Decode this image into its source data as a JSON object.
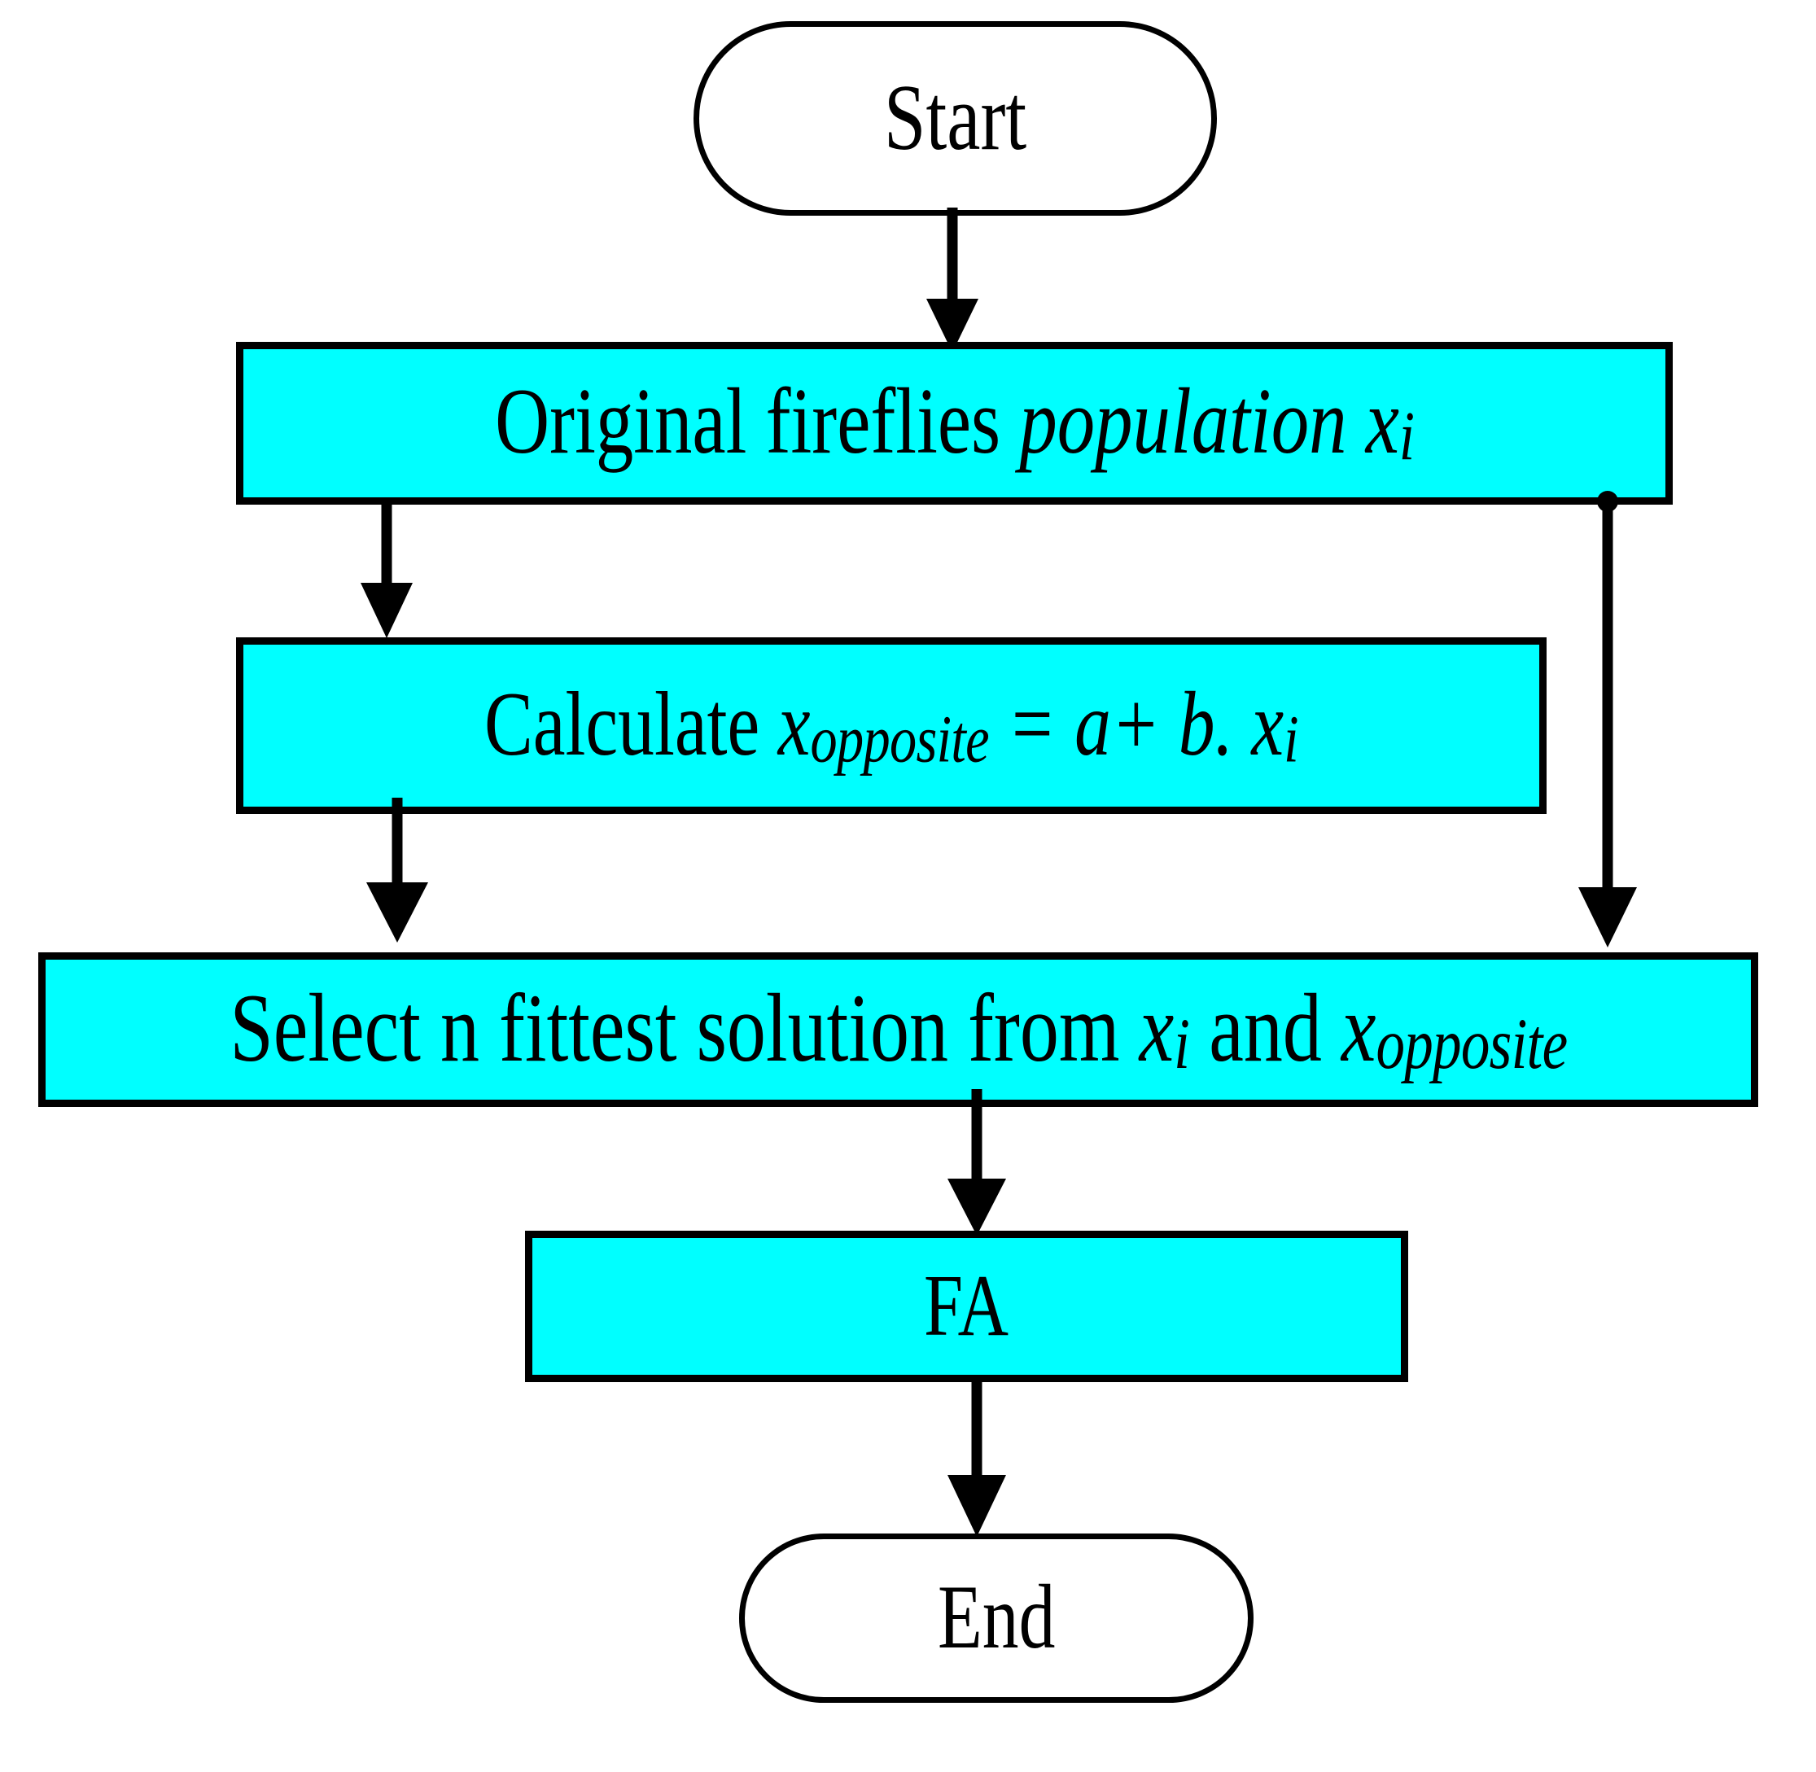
{
  "diagram": {
    "title": "Opposition-based Firefly Algorithm flowchart",
    "colors": {
      "process_fill": "#00ffff",
      "terminator_fill": "#ffffff",
      "stroke": "#000000",
      "background": "#ffffff"
    },
    "nodes": [
      {
        "id": "start",
        "shape": "terminator",
        "label": "Start"
      },
      {
        "id": "original-population",
        "shape": "process",
        "label": "Original fireflies population xi",
        "segments": [
          {
            "text": "Original fireflies ",
            "style": "roman"
          },
          {
            "text": "population x",
            "style": "italic"
          },
          {
            "text": "i",
            "style": "subscript-italic"
          }
        ]
      },
      {
        "id": "calculate-opposite",
        "shape": "process",
        "label": "Calculate xopposite = a+ b. xi",
        "segments": [
          {
            "text": "Calculate ",
            "style": "roman"
          },
          {
            "text": "x",
            "style": "italic"
          },
          {
            "text": "opposite",
            "style": "subscript-italic"
          },
          {
            "text": " = ",
            "style": "italic"
          },
          {
            "text": "a",
            "style": "italic"
          },
          {
            "text": "+ ",
            "style": "italic"
          },
          {
            "text": "b",
            "style": "italic"
          },
          {
            "text": ". x",
            "style": "italic"
          },
          {
            "text": "i",
            "style": "subscript-italic"
          }
        ]
      },
      {
        "id": "select-fittest",
        "shape": "process",
        "label": "Select n fittest solution from xi and xopposite",
        "segments": [
          {
            "text": "Select n fittest solution from ",
            "style": "roman"
          },
          {
            "text": "x",
            "style": "italic"
          },
          {
            "text": "i",
            "style": "subscript-italic"
          },
          {
            "text": " and ",
            "style": "roman"
          },
          {
            "text": "x",
            "style": "italic"
          },
          {
            "text": "opposite",
            "style": "subscript-italic"
          }
        ]
      },
      {
        "id": "fa",
        "shape": "process",
        "label": "FA"
      },
      {
        "id": "end",
        "shape": "terminator",
        "label": "End"
      }
    ],
    "edges": [
      {
        "id": "start-to-original",
        "from": "start",
        "to": "original-population",
        "arrow": "down"
      },
      {
        "id": "original-to-calculate",
        "from": "original-population",
        "to": "calculate-opposite",
        "arrow": "down"
      },
      {
        "id": "calculate-to-select",
        "from": "calculate-opposite",
        "to": "select-fittest",
        "arrow": "down"
      },
      {
        "id": "original-to-select-bypass",
        "from": "original-population",
        "to": "select-fittest",
        "arrow": "down"
      },
      {
        "id": "select-to-fa",
        "from": "select-fittest",
        "to": "fa",
        "arrow": "down"
      },
      {
        "id": "fa-to-end",
        "from": "fa",
        "to": "end",
        "arrow": "down"
      }
    ]
  }
}
